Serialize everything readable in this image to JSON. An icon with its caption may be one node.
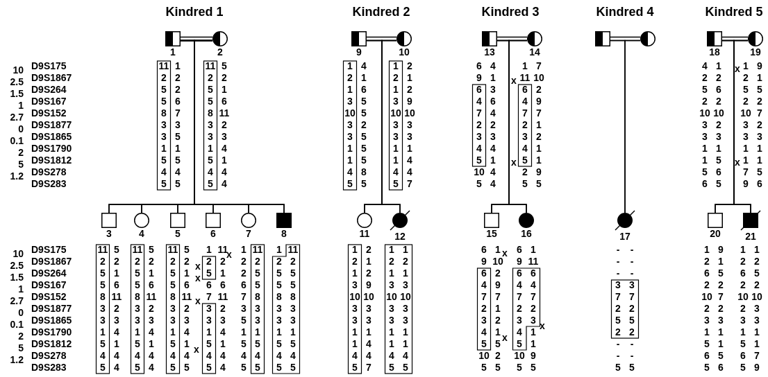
{
  "diagram": {
    "nodes": [
      {
        "text": [
          "1"
        ],
        "beside": [
          "11 2 5 5 8 3 3 1 5 4 5",
          "1 2 2 6 7 3 5 1 5 4 5"
        ]
      },
      {
        "text": [
          "2"
        ],
        "beside": [
          "11 2 5 5 8 3 3 1 5 4 5",
          "5 2 1 6 11 2 3 4 1 4 4"
        ]
      },
      {
        "text": [
          "3"
        ],
        "beside": [
          "11 2 5 5 8 3 3 1 5 4 5",
          "5 2 1 6 11 2 3 4 1 4 4"
        ]
      },
      {
        "text": [
          "4"
        ],
        "beside": [
          "11 2 5 5 8 3 3 1 5 4 5",
          "5 2 1 6 11 2 3 4 1 4 4"
        ]
      },
      {
        "text": [
          "5"
        ],
        "beside": [
          "11 2 5 5 8 3 3 1 5 4 5",
          "5 2 1 6 11 2 3 4 1 4 5"
        ]
      },
      {
        "text": [
          "6"
        ],
        "beside": [
          "1 2 5 6 7 3 3 1 5 4 5",
          "11 2 1 6 11 2 3 4 1 4 4"
        ]
      },
      {
        "text": [
          "7"
        ],
        "beside": [
          "1 2 2 6 7 3 5 1 5 4 5",
          "11 2 5 5 8 3 3 1 5 4 5"
        ]
      },
      {
        "text": [
          "8"
        ],
        "beside": [
          "1 2 5 5 8 3 3 1 5 4 5",
          "11 2 5 5 8 3 3 1 5 4 5"
        ]
      },
      {
        "text": [
          "9"
        ],
        "beside": [
          "1 2 1 3 10 3 3 1 1 4 5",
          "4 1 6 5 5 2 5 5 5 8 5"
        ]
      },
      {
        "text": [
          "10"
        ],
        "beside": [
          "1 2 1 3 10 3 3 1 1 4 5",
          "2 1 2 9 10 3 3 1 4 4 7"
        ]
      },
      {
        "text": [
          "11"
        ],
        "beside": [
          "1 2 1 3 10 3 3 1 1 4 5",
          "2 1 2 9 10 3 3 1 4 4 7"
        ]
      },
      {
        "text": [
          "12"
        ],
        "beside": [
          "1 2 1 3 10 3 3 1 1 4 5",
          "1 2 1 3 10 3 3 1 1 4 5"
        ]
      },
      {
        "text": [
          "13"
        ],
        "beside": [
          "6 9 6 4 7 2 3 4 5 10 5",
          "4 1 3 6 4 2 3 4 1 4 4"
        ]
      },
      {
        "text": [
          "14"
        ],
        "beside": [
          "1 11 6 4 7 2 3 4 5 2 5",
          "7 10 2 9 7 1 2 1 1 9 5"
        ]
      },
      {
        "text": [
          "15"
        ],
        "beside": [
          "6 9 6 4 7 2 3 4 5 10 5",
          "1 10 2 9 7 1 2 1 5 2 5"
        ]
      },
      {
        "text": [
          "16"
        ],
        "beside": [
          "6 9 6 4 7 2 3 4 5 10 5",
          "1 11 6 4 7 2 3 1 1 9 5"
        ]
      },
      {
        "text": [],
        "shape": "box"
      },
      {
        "text": [],
        "shape": "circle"
      },
      {
        "text": [
          "17"
        ],
        "beside": [
          "- - - 3 7 2 5 2 - - 5",
          "- - - 3 7 2 5 2 - - 5"
        ]
      },
      {
        "text": [
          "18"
        ],
        "beside": [
          "4 2 5 2 10 3 3 1 1 5 6",
          "1 2 6 2 10 2 3 1 5 6 5"
        ]
      },
      {
        "text": [
          "19"
        ],
        "beside": [
          "1 2 5 2 10 3 3 1 1 7 9",
          "9 1 5 2 7 2 3 1 1 5 6"
        ]
      },
      {
        "text": [
          "20"
        ],
        "beside": [
          "1 2 6 2 10 2 3 1 5 6 5",
          "9 1 5 2 7 2 3 1 1 5 6"
        ]
      },
      {
        "text": [
          "21"
        ],
        "beside": [
          "1 2 6 2 10 2 3 1 5 6 5",
          "1 2 5 2 10 3 3 1 1 7 9"
        ]
      }
    ],
    "edges": [
      {
        "from": 0,
        "to": 1,
        "arrow": "none"
      },
      {
        "from": 0,
        "to": 2,
        "arrow": "none"
      },
      {
        "from": 1,
        "to": 2,
        "arrow": "none"
      },
      {
        "from": 0,
        "to": 3,
        "arrow": "none"
      },
      {
        "from": 1,
        "to": 3,
        "arrow": "none"
      },
      {
        "from": 0,
        "to": 4,
        "arrow": "none"
      },
      {
        "from": 1,
        "to": 4,
        "arrow": "none"
      },
      {
        "from": 0,
        "to": 5,
        "arrow": "none"
      },
      {
        "from": 1,
        "to": 5,
        "arrow": "none"
      },
      {
        "from": 0,
        "to": 6,
        "arrow": "none"
      },
      {
        "from": 1,
        "to": 6,
        "arrow": "none"
      },
      {
        "from": 0,
        "to": 7,
        "arrow": "none"
      },
      {
        "from": 1,
        "to": 7,
        "arrow": "none"
      },
      {
        "from": 8,
        "to": 9,
        "arrow": "none"
      },
      {
        "from": 8,
        "to": 10,
        "arrow": "none"
      },
      {
        "from": 9,
        "to": 10,
        "arrow": "none"
      },
      {
        "from": 8,
        "to": 11,
        "arrow": "none"
      },
      {
        "from": 9,
        "to": 11,
        "arrow": "none"
      },
      {
        "from": 12,
        "to": 13,
        "arrow": "none"
      },
      {
        "from": 12,
        "to": 14,
        "arrow": "none"
      },
      {
        "from": 13,
        "to": 14,
        "arrow": "none"
      },
      {
        "from": 12,
        "to": 15,
        "arrow": "none"
      },
      {
        "from": 13,
        "to": 15,
        "arrow": "none"
      },
      {
        "from": 16,
        "to": 17,
        "arrow": "none"
      },
      {
        "from": 16,
        "to": 18,
        "arrow": "none"
      },
      {
        "from": 17,
        "to": 18,
        "arrow": "none"
      },
      {
        "from": 19,
        "to": 20,
        "arrow": "none"
      },
      {
        "from": 19,
        "to": 21,
        "arrow": "none"
      },
      {
        "from": 20,
        "to": 21,
        "arrow": "none"
      },
      {
        "from": 19,
        "to": 22,
        "arrow": "none"
      },
      {
        "from": 20,
        "to": 22,
        "arrow": "none"
      }
    ],
    "labels": [
      "Kindred 1",
      "Kindred 2",
      "Kindred 3",
      "Kindred 4",
      "Kindred 5",
      "D9S175",
      "D9S1867",
      "D9S264",
      "D9S167",
      "D9S152",
      "D9S1877",
      "D9S1865",
      "D9S1790",
      "D9S1812",
      "D9S278",
      "D9S283",
      "10",
      "2.5",
      "1.5",
      "1",
      "2.7",
      "0",
      "0.1",
      "2",
      "5",
      "1.2",
      "D9S175",
      "D9S1867",
      "D9S264",
      "D9S167",
      "D9S152",
      "D9S1877",
      "D9S1865",
      "D9S1790",
      "D9S1812",
      "D9S278",
      "D9S283",
      "10",
      "2.5",
      "1.5",
      "1",
      "2.7",
      "0",
      "0.1",
      "2",
      "5",
      "1.2",
      "x",
      "x",
      "x",
      "x",
      "x",
      "x",
      "x",
      "x",
      "x",
      "x",
      "x",
      "x"
    ]
  }
}
